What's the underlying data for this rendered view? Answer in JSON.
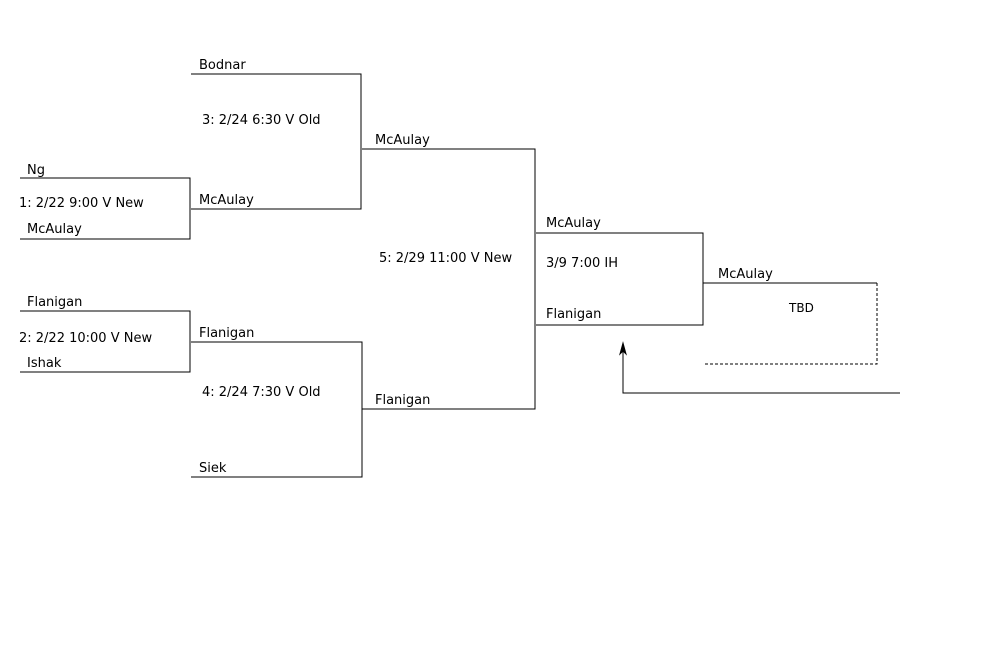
{
  "round1": [
    {
      "top": "Ng",
      "game": "1: 2/22 9:00 V New",
      "bottom": "McAulay"
    },
    {
      "top": "Flanigan",
      "game": "2: 2/22 10:00 V New",
      "bottom": "Ishak"
    }
  ],
  "round2": [
    {
      "top": "Bodnar",
      "game": "3: 2/24 6:30 V Old",
      "bottom": "McAulay"
    },
    {
      "top": "Flanigan",
      "game": "4: 2/24 7:30 V Old",
      "bottom": "Siek"
    }
  ],
  "semifinal": {
    "top": "McAulay",
    "game": "5: 2/29 11:00 V New",
    "bottom": "Flanigan"
  },
  "final": {
    "top": "McAulay",
    "game": "3/9 7:00 IH",
    "bottom": "Flanigan"
  },
  "if_necessary": {
    "winner": "McAulay",
    "game": "TBD"
  }
}
